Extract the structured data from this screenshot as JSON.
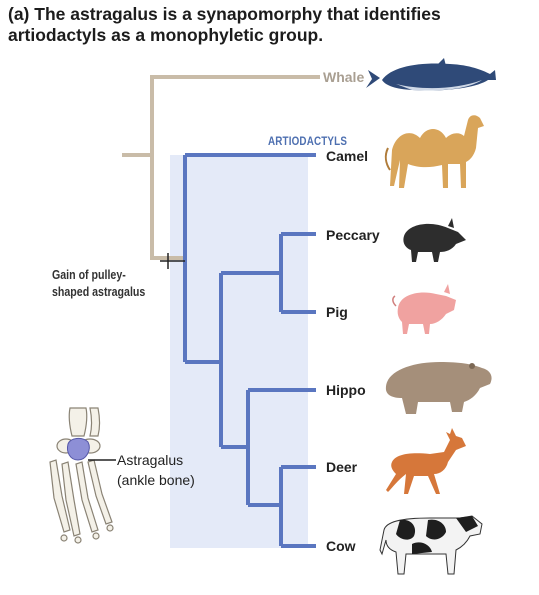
{
  "title": {
    "line1": "(a) The astragalus is a synapomorphy that identifies",
    "line2": "artiodactyls as a monophyletic group."
  },
  "clade_label": "ARTIODACTYLS",
  "taxa": {
    "whale": "Whale",
    "camel": "Camel",
    "peccary": "Peccary",
    "pig": "Pig",
    "hippo": "Hippo",
    "deer": "Deer",
    "cow": "Cow"
  },
  "annotation": {
    "line1": "Gain of pulley-",
    "line2": "shaped astragalus"
  },
  "bone": {
    "line1": "Astragalus",
    "line2": "(ankle bone)"
  },
  "colors": {
    "outgroup_branch": "#c9bca8",
    "ingroup_branch": "#5a76c0",
    "clade_shade": "#e4eaf8",
    "astragalus_highlight": "#8d8fd6"
  },
  "icons": [
    "whale-icon",
    "camel-icon",
    "peccary-icon",
    "pig-icon",
    "hippo-icon",
    "deer-icon",
    "cow-icon",
    "ankle-bone-icon"
  ]
}
